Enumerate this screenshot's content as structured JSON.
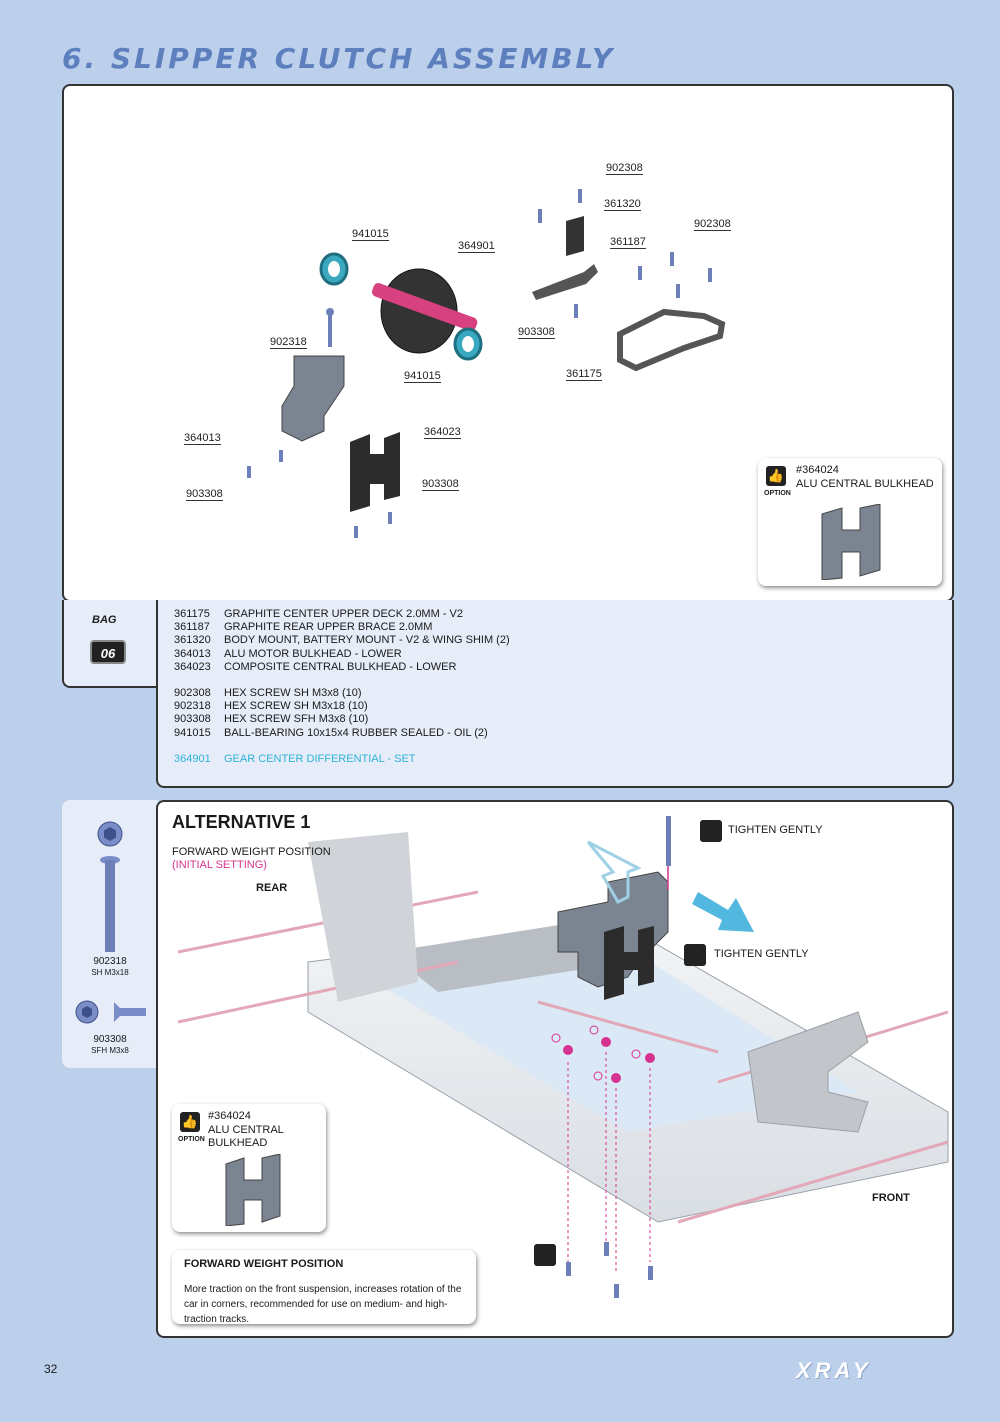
{
  "page": {
    "title": "6. SLIPPER CLUTCH ASSEMBLY",
    "number": "32",
    "logo": "XRAY"
  },
  "exploded": {
    "callouts": [
      "902308",
      "361320",
      "902308",
      "941015",
      "364901",
      "361187",
      "902318",
      "903308",
      "941015",
      "361175",
      "364013",
      "364023",
      "903308",
      "903308"
    ]
  },
  "option_top": {
    "code": "#364024",
    "name": "ALU CENTRAL BULKHEAD",
    "word": "OPTION"
  },
  "bag": {
    "label": "BAG",
    "number": "06"
  },
  "parts": [
    {
      "code": "361175",
      "desc": "GRAPHITE CENTER UPPER DECK 2.0MM - V2"
    },
    {
      "code": "361187",
      "desc": "GRAPHITE REAR UPPER BRACE 2.0MM"
    },
    {
      "code": "361320",
      "desc": "BODY MOUNT, BATTERY MOUNT - V2 & WING SHIM (2)"
    },
    {
      "code": "364013",
      "desc": "ALU MOTOR BULKHEAD - LOWER"
    },
    {
      "code": "364023",
      "desc": "COMPOSITE CENTRAL BULKHEAD - LOWER"
    },
    {
      "code": "902308",
      "desc": "HEX SCREW  SH M3x8  (10)"
    },
    {
      "code": "902318",
      "desc": "HEX SCREW  SH M3x18  (10)"
    },
    {
      "code": "903308",
      "desc": "HEX SCREW  SFH M3x8  (10)"
    },
    {
      "code": "941015",
      "desc": "BALL-BEARING 10x15x4 RUBBER SEALED - OIL (2)"
    },
    {
      "code": "364901",
      "desc": "GEAR CENTER DIFFERENTIAL - SET"
    }
  ],
  "side": {
    "screw1": {
      "code": "902318",
      "spec": "SH M3x18"
    },
    "screw2": {
      "code": "903308",
      "spec": "SFH M3x8"
    }
  },
  "alt": {
    "title": "ALTERNATIVE 1",
    "subtitle": "FORWARD WEIGHT POSITION",
    "subtitle_highlight": "(INITIAL SETTING)",
    "rear": "REAR",
    "front": "FRONT",
    "tighten1": "TIGHTEN GENTLY",
    "tighten2": "TIGHTEN GENTLY"
  },
  "option_bottom": {
    "code": "#364024",
    "name": "ALU CENTRAL BULKHEAD",
    "word": "OPTION"
  },
  "fwp": {
    "title": "FORWARD WEIGHT POSITION",
    "body": "More traction on the front suspension, increases rotation of the car in corners, recommended for use on medium- and high-traction tracks."
  },
  "colors": {
    "background": "#bcd0ec",
    "title": "#5d7fbe",
    "accent_cyan": "#2fb3d8",
    "accent_pink": "#d6338f"
  }
}
